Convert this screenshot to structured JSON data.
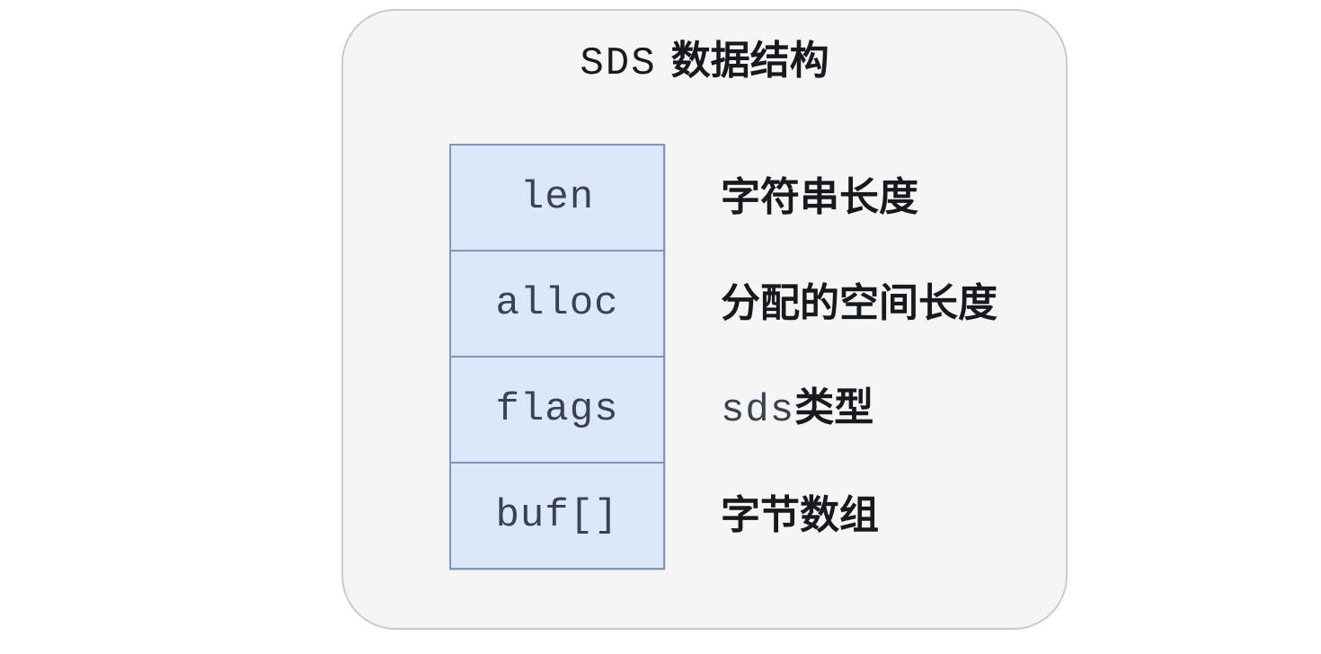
{
  "diagram": {
    "title": {
      "code": "SDS",
      "text": "数据结构"
    },
    "rows": [
      {
        "field": "len",
        "desc_text": "字符串长度"
      },
      {
        "field": "alloc",
        "desc_text": "分配的空间长度"
      },
      {
        "field": "flags",
        "desc_code": "sds",
        "desc_text": "类型"
      },
      {
        "field": "buf[]",
        "desc_text": "字节数组"
      }
    ],
    "colors": {
      "panel_bg": "#f5f5f6",
      "panel_border": "#c9cacc",
      "cell_bg": "#dce8f9",
      "cell_border": "#8095ba",
      "text": "#16191d",
      "code_text": "#3a4250"
    }
  }
}
